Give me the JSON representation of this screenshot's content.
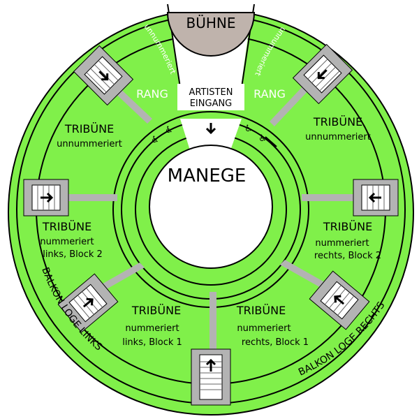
{
  "colors": {
    "seating": "#80f04a",
    "outline": "#000000",
    "aisle": "#b3b3b3",
    "stage": "#bfb3ac",
    "arena": "#ffffff"
  },
  "stage": {
    "label": "BÜHNE"
  },
  "arena": {
    "label": "MANEGE"
  },
  "artist_entrance": {
    "line1": "ARTISTEN",
    "line2": "EINGANG",
    "arrow_icon": "arrow-down-icon"
  },
  "rank_left": {
    "label": "RANG",
    "side": "unnummeriert"
  },
  "rank_right": {
    "label": "RANG",
    "side": "unnummeriert"
  },
  "sections": {
    "top_left": {
      "title": "TRIBÜNE",
      "line1": "unnummeriert"
    },
    "top_right": {
      "title": "TRIBÜNE",
      "line1": "unnummeriert"
    },
    "mid_left": {
      "title": "TRIBÜNE",
      "line1": "nummeriert",
      "line2": "links, Block 2"
    },
    "mid_right": {
      "title": "TRIBÜNE",
      "line1": "nummeriert",
      "line2": "rechts, Block 2"
    },
    "bottom_left": {
      "title": "TRIBÜNE",
      "line1": "nummeriert",
      "line2": "links, Block 1"
    },
    "bottom_right": {
      "title": "TRIBÜNE",
      "line1": "nummeriert",
      "line2": "rechts, Block 1"
    }
  },
  "balcony": {
    "left": "BALKON LOGE LINKS",
    "right": "BALKON LOGE RECHTS"
  },
  "accessibility_icon": "wheelchair-icon"
}
